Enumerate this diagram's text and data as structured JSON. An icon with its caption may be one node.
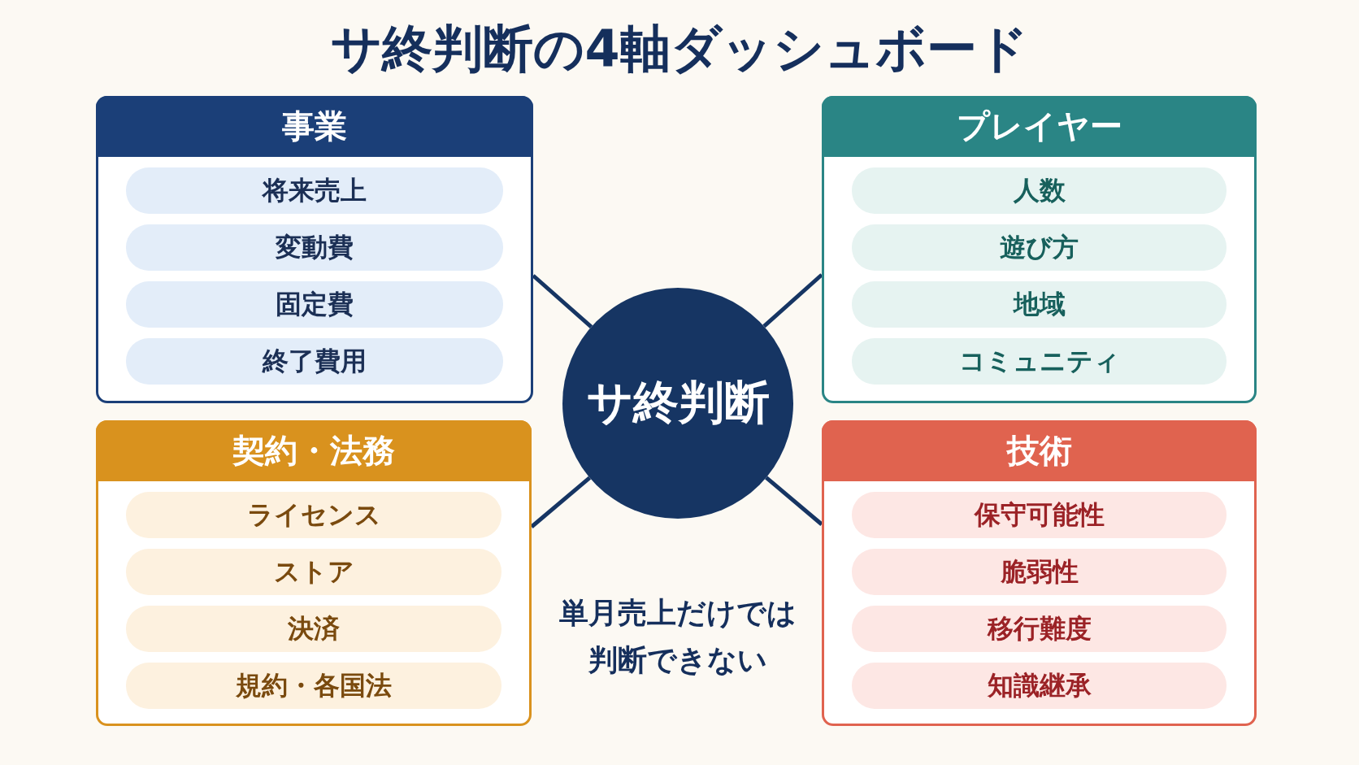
{
  "diagram": {
    "title": "サ終判断の4軸ダッシュボード",
    "nodes": [
      {
        "text": [
          "事業"
        ]
      },
      {
        "text": [
          "将来売上"
        ],
        "in": 0
      },
      {
        "text": [
          "変動費"
        ],
        "in": 0
      },
      {
        "text": [
          "固定費"
        ],
        "in": 0
      },
      {
        "text": [
          "終了費用"
        ],
        "in": 0
      },
      {
        "text": [
          "プレイヤー"
        ]
      },
      {
        "text": [
          "人数"
        ],
        "in": 5
      },
      {
        "text": [
          "遊び方"
        ],
        "in": 5
      },
      {
        "text": [
          "地域"
        ],
        "in": 5
      },
      {
        "text": [
          "コミュニティ"
        ],
        "in": 5
      },
      {
        "text": [
          "サ終判断"
        ]
      },
      {
        "text": [
          "契約・法務"
        ]
      },
      {
        "text": [
          "ライセンス"
        ],
        "in": 11
      },
      {
        "text": [
          "ストア"
        ],
        "in": 11
      },
      {
        "text": [
          "決済"
        ],
        "in": 11
      },
      {
        "text": [
          "規約・各国法"
        ],
        "in": 11
      },
      {
        "text": [
          "技術"
        ]
      },
      {
        "text": [
          "保守可能性"
        ],
        "in": 16
      },
      {
        "text": [
          "脆弱性"
        ],
        "in": 16
      },
      {
        "text": [
          "移行難度"
        ],
        "in": 16
      },
      {
        "text": [
          "知識継承"
        ],
        "in": 16
      }
    ],
    "edges": [
      {
        "from": 10,
        "to": 0,
        "arrow": "none"
      },
      {
        "from": 10,
        "to": 5,
        "arrow": "none"
      },
      {
        "from": 10,
        "to": 11,
        "arrow": "none"
      },
      {
        "from": 10,
        "to": 16,
        "arrow": "none"
      }
    ],
    "labels": [
      "単月売上だけでは判断できない"
    ]
  }
}
